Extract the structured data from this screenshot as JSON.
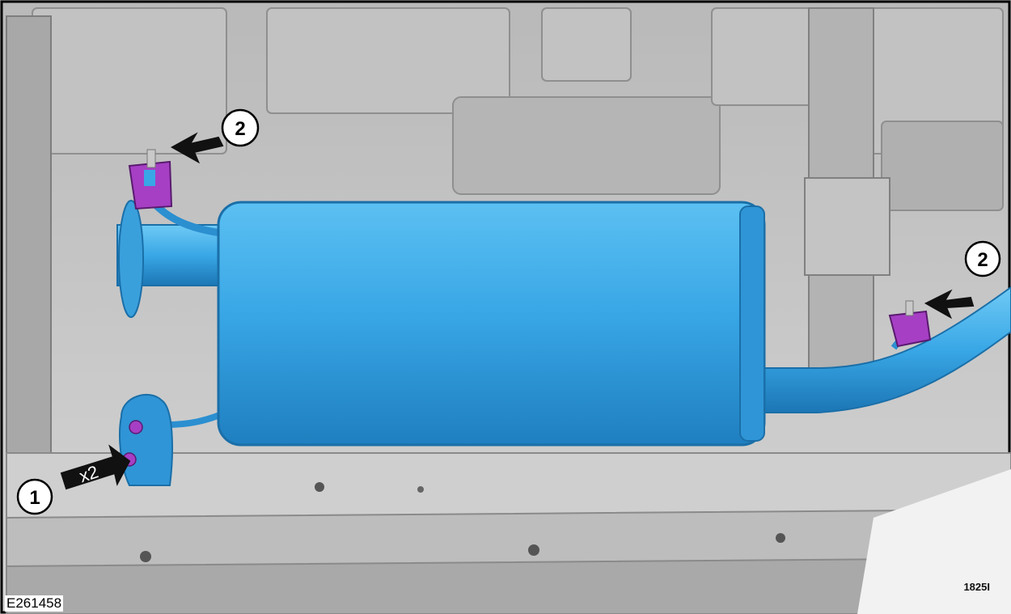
{
  "figure_id": "E261458",
  "view_code": "1825I",
  "callouts": [
    {
      "number": "1",
      "multiplier": "x2"
    },
    {
      "number": "2"
    },
    {
      "number": "2"
    }
  ],
  "colors": {
    "muffler": "#39a7e6",
    "muffler_dark": "#1f7fc0",
    "isolator": "#a63fc4",
    "chassis": "#c9c9c9",
    "chassis_dark": "#8f8f8f",
    "arrow": "#111111"
  },
  "icons": [
    "callout-circle",
    "pointer-arrow"
  ]
}
